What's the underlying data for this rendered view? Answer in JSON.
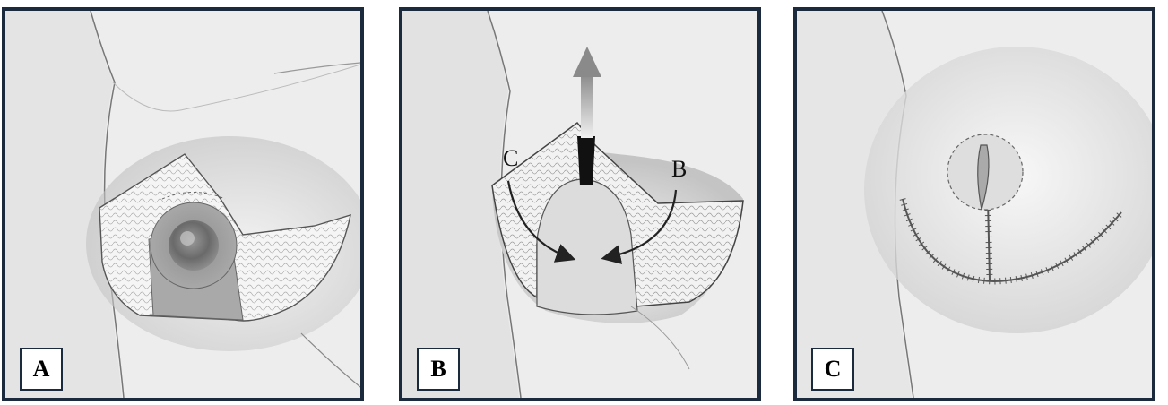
{
  "panels": [
    {
      "id": "A",
      "label": "A"
    },
    {
      "id": "B",
      "label": "B",
      "arrow_labels": {
        "left": "C",
        "right": "B"
      }
    },
    {
      "id": "C",
      "label": "C"
    }
  ],
  "colors": {
    "frame": "#1b2a3c",
    "background": "#ededed",
    "skin": "#d9d9d9",
    "tissue": "#f4f4f4"
  }
}
